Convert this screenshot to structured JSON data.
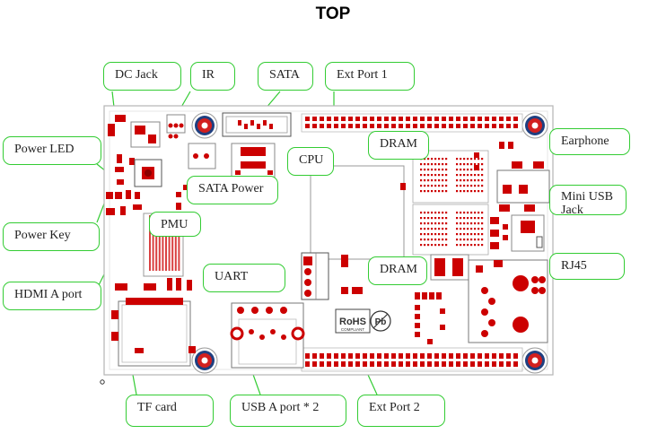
{
  "title": "TOP",
  "labels": {
    "dc_jack": "DC Jack",
    "ir": "IR",
    "sata": "SATA",
    "ext_port_1": "Ext Port 1",
    "power_led": "Power LED",
    "dram_top": "DRAM",
    "earphone": "Earphone",
    "cpu": "CPU",
    "sata_power": "SATA Power",
    "mini_usb_jack": "Mini USB Jack",
    "pmu": "PMU",
    "power_key": "Power Key",
    "dram_bottom": "DRAM",
    "rj45": "RJ45",
    "uart": "UART",
    "hdmi_a_port": "HDMI A port",
    "tf_card": "TF card",
    "usb_a_port": "USB A port * 2",
    "ext_port_2": "Ext Port 2"
  },
  "markings": {
    "rohs": "RoHS",
    "compliant": "COMPLIANT",
    "pb": "Pb"
  },
  "colors": {
    "callout_border": "#33cc33",
    "component_red": "#cc0000",
    "board_outline": "#b5b5b5"
  }
}
